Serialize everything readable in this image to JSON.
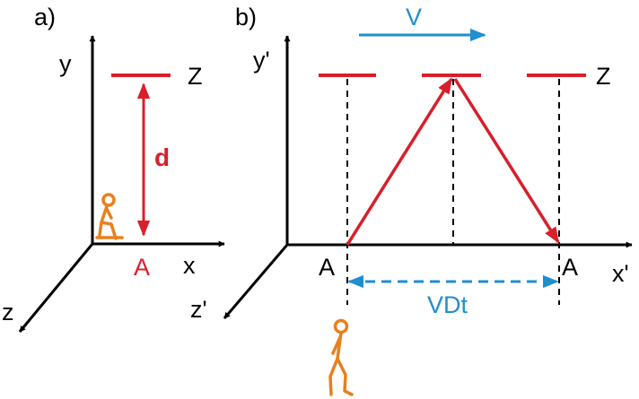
{
  "panel_a": {
    "label": "a)",
    "axis_labels": {
      "y": "y",
      "x": "x",
      "z": "z"
    },
    "mirror_label": "Z",
    "distance_label": "d",
    "point_label": "A"
  },
  "panel_b": {
    "label": "b)",
    "velocity_label": "V",
    "axis_labels": {
      "y": "y'",
      "x": "x'",
      "z": "z'"
    },
    "mirror_label": "Z",
    "point_left_label": "A",
    "point_right_label": "A",
    "displacement_label": "VDt"
  },
  "colors": {
    "red": "#d81f2a",
    "blue": "#1f8ed0",
    "orange": "#e8801e",
    "black": "#000000"
  }
}
